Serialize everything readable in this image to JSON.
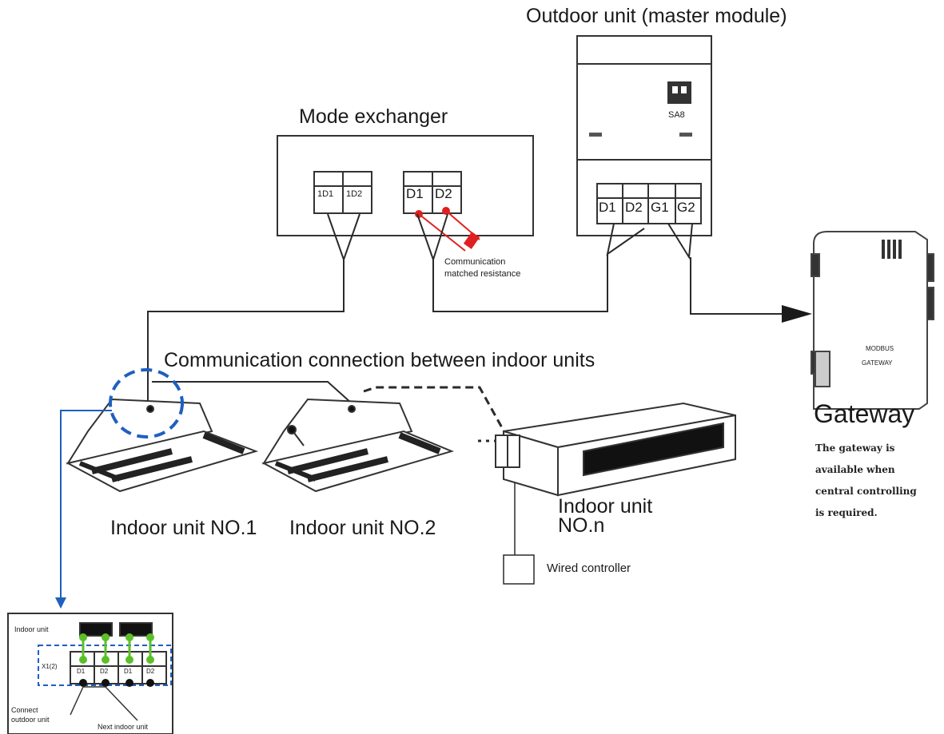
{
  "labels": {
    "outdoor_unit": "Outdoor unit (master module)",
    "mode_exchanger": "Mode exchanger",
    "comm_connection": "Communication connection between indoor units",
    "resistance_line1": "Communication",
    "resistance_line2": "matched resistance",
    "indoor_unit_1": "Indoor unit NO.1",
    "indoor_unit_2": "Indoor unit NO.2",
    "indoor_unit_n_line1": "Indoor unit",
    "indoor_unit_n_line2": "NO.n",
    "wired_controller": "Wired controller",
    "gateway": "Gateway",
    "gateway_note": [
      "The gateway is",
      "available  when",
      "central controlling",
      "is required."
    ],
    "sa8": "SA8",
    "gateway_device_line1": "MODBUS",
    "gateway_device_line2": "GATEWAY",
    "detail_indoor_unit": "Indoor unit",
    "detail_connect_1": "Connect",
    "detail_connect_2": "outdoor unit",
    "detail_next": "Next indoor unit"
  },
  "terminals": {
    "mode_exchanger_left": [
      "1D1",
      "1D2"
    ],
    "mode_exchanger_right": [
      "D1",
      "D2"
    ],
    "outdoor": [
      "D1",
      "D2",
      "G1",
      "G2"
    ],
    "detail": [
      "D1",
      "D2",
      "D1",
      "D2"
    ],
    "detail_side": "X1(2)"
  },
  "colors": {
    "line": "#2a2a2a",
    "blue_highlight": "#1f5fbf",
    "red_resistance": "#e02020",
    "green_wire": "#5cbf2a"
  }
}
